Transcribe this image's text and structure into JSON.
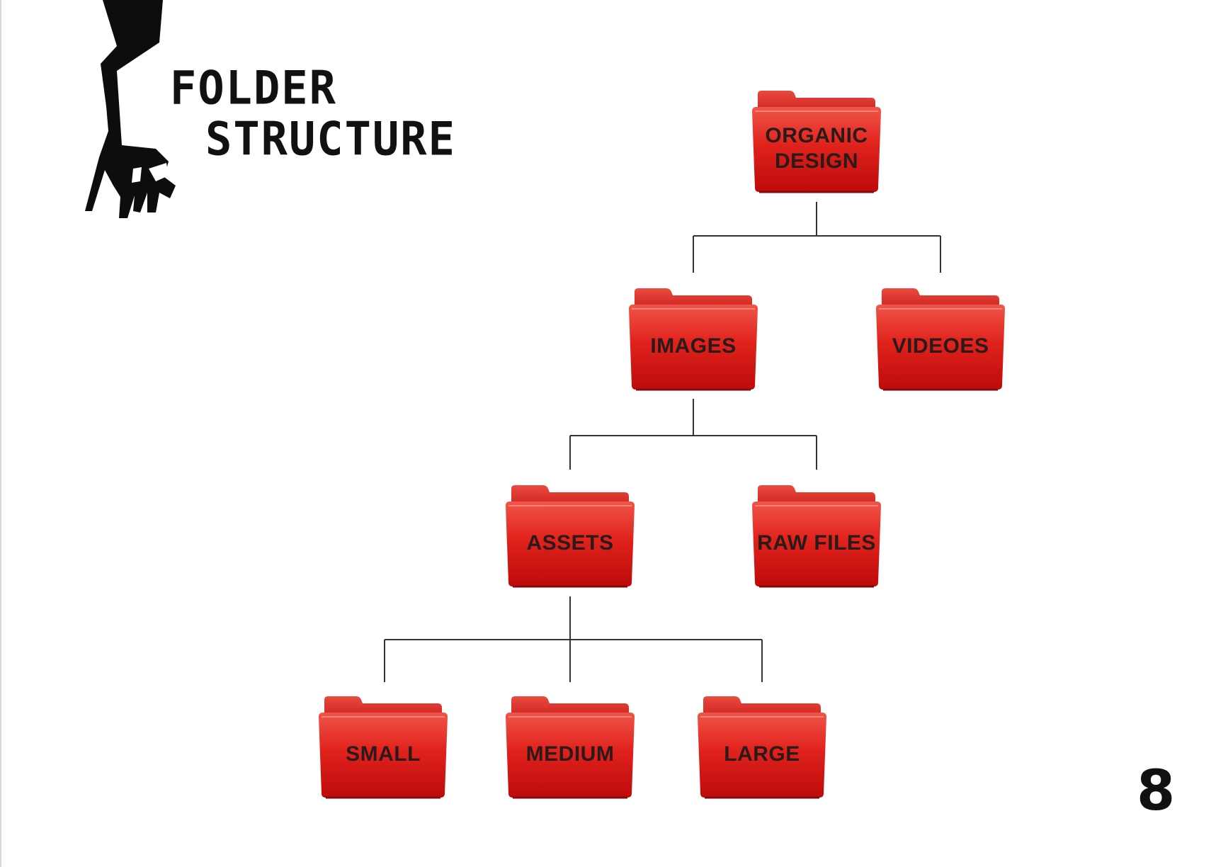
{
  "header": {
    "title_line_1": "FOLDER",
    "title_line_2": "STRUCTURE"
  },
  "logo": {
    "icon": "hand-silhouette-icon"
  },
  "tree": {
    "root": "ORGANIC\nDESIGN",
    "level_1": [
      "IMAGES",
      "VIDEOES"
    ],
    "level_2": [
      "ASSETS",
      "RAW FILES"
    ],
    "level_3": [
      "SMALL",
      "MEDIUM",
      "LARGE"
    ]
  },
  "colors": {
    "folder_top": "#f04a3e",
    "folder_bottom": "#c40d0d",
    "folder_tab": "#e2322a",
    "connector": "#333333",
    "label": "#2a1a1a"
  },
  "page": {
    "number": "8"
  }
}
